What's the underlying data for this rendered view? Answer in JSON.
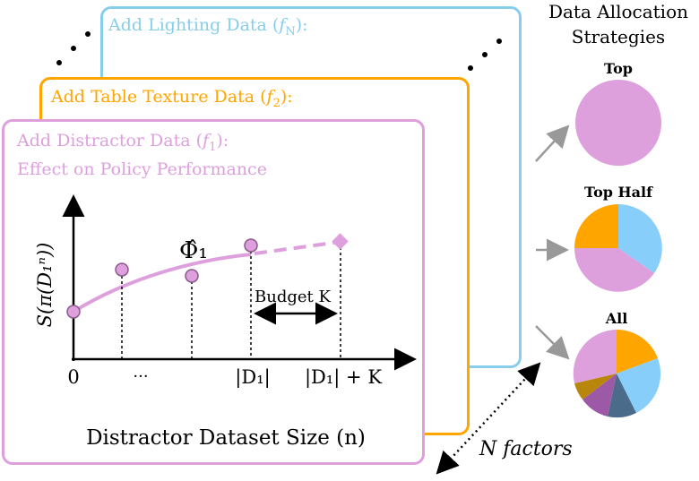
{
  "cards": {
    "lighting": {
      "title": "Add Lighting Data (",
      "var": "f",
      "sub": "N",
      "suffix": "):",
      "color": "#87ceeb"
    },
    "texture": {
      "title": "Add Table Texture Data (",
      "var": "f",
      "sub": "2",
      "suffix": "):",
      "color": "#ffa500"
    },
    "distractor": {
      "title": "Add Distractor Data (",
      "var": "f",
      "sub": "1",
      "suffix": "):",
      "subtitle": "Effect on Policy Performance",
      "color": "#dda0dd"
    }
  },
  "plot": {
    "ylabel": "S(π(D₁ⁿ))",
    "xlabel": "Distractor Dataset Size (n)",
    "curve_label": "Φ̂₁",
    "budget_label": "Budget K",
    "tick_labels": [
      "0",
      "···",
      "|D₁|",
      "|D₁| + K"
    ]
  },
  "panel": {
    "title_line1": "Data Allocation",
    "title_line2": "Strategies",
    "pies": [
      {
        "label": "Top"
      },
      {
        "label": "Top Half"
      },
      {
        "label": "All"
      }
    ]
  },
  "factors_label": "N factors",
  "colors": {
    "pink": "#dda0dd",
    "orange": "#ffa500",
    "blue": "#87cefa",
    "darkblue": "#4a6b8a",
    "purple": "#9b59a6",
    "brown": "#b8860b",
    "gray": "#999999"
  }
}
